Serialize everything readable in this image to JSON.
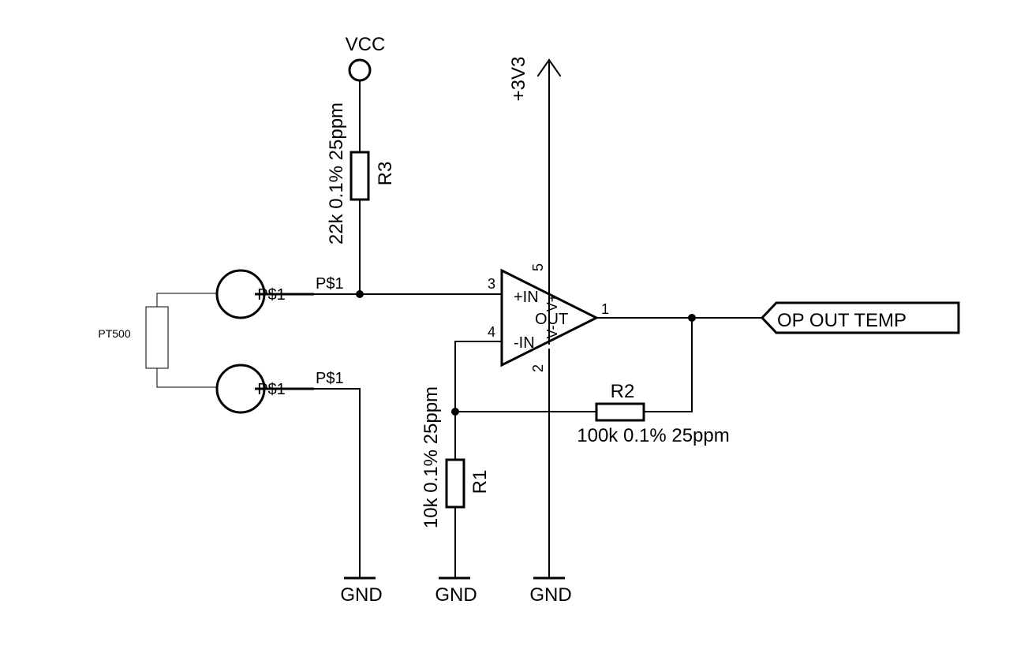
{
  "power": {
    "vcc": "VCC",
    "v3": "+3V3",
    "gnd": "GND"
  },
  "sensor": {
    "name": "PT500",
    "pin_label": "P$1"
  },
  "resistors": {
    "r1": {
      "name": "R1",
      "value": "10k 0.1% 25ppm"
    },
    "r2": {
      "name": "R2",
      "value": "100k 0.1% 25ppm"
    },
    "r3": {
      "name": "R3",
      "value": "22k 0.1% 25ppm"
    }
  },
  "opamp": {
    "pin3": "3",
    "pin4": "4",
    "pin1": "1",
    "pin5": "5",
    "pin2": "2",
    "in_plus": "+IN",
    "in_minus": "-IN",
    "out": "OUT",
    "v_plus": "V+",
    "v_minus": "V-"
  },
  "net": {
    "output_label": "OP OUT TEMP"
  }
}
